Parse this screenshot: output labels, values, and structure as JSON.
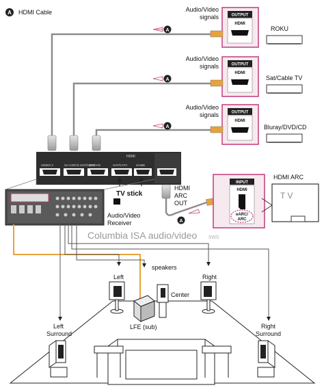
{
  "legend": {
    "badge": "A",
    "label": "HDMI Cable"
  },
  "sources": [
    {
      "signal_label": [
        "Audio/Video",
        "signals"
      ],
      "output_title": "OUTPUT",
      "port_label": "HDMI",
      "device_name": "ROKU"
    },
    {
      "signal_label": [
        "Audio/Video",
        "signals"
      ],
      "output_title": "OUTPUT",
      "port_label": "HDMI",
      "device_name": "Sat/Cable TV"
    },
    {
      "signal_label": [
        "Audio/Video",
        "signals"
      ],
      "output_title": "OUTPUT",
      "port_label": "HDMI",
      "device_name": "Bluray/DVD/CD"
    }
  ],
  "cable_badge": "A",
  "receiver_panel": {
    "hdmi_title": "HDMI",
    "input_labels": [
      "VIDEO 2",
      "SA-CD/CD SAT/CATV",
      "BD/DVD",
      "SAT/CATV",
      "GAME"
    ],
    "tv_stick_label": "TV stick",
    "arc_out_label": [
      "HDMI",
      "ARC",
      "OUT"
    ]
  },
  "receiver_label": [
    "Audio/Video",
    "Receiver"
  ],
  "tv": {
    "title": "HDMI ARC",
    "input_title": "INPUT",
    "port_label": "HDMI",
    "arc_label": [
      "eARC/",
      "ARC"
    ],
    "screen_text": "T V"
  },
  "watermark": {
    "main": "Columbia ISA audio/video",
    "suffix": "sws"
  },
  "speakers": {
    "heading": "speakers",
    "left": "Left",
    "right": "Right",
    "center": "Center",
    "sub": "LFE (sub)",
    "left_surround": [
      "Left",
      "Surround"
    ],
    "right_surround": [
      "Right",
      "Surround"
    ]
  },
  "colors": {
    "accent_pink": "#c23a7a",
    "cable_orange": "#e8a23a",
    "cable_gray": "#8c8c8c",
    "panel_dark": "#2e2e2e"
  }
}
